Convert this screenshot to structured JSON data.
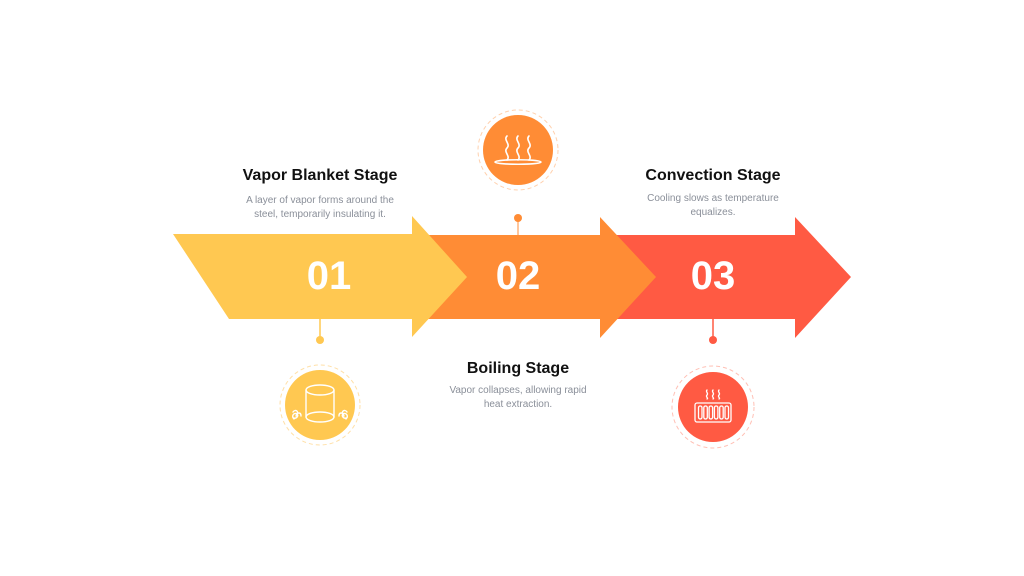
{
  "colors": {
    "stage1": "#FFC851",
    "stage2": "#FF8C35",
    "stage3": "#FF5A43",
    "title": "#111111",
    "description": "#8A8F99"
  },
  "stages": [
    {
      "number": "01",
      "title": "Vapor Blanket Stage",
      "description_lines": [
        "A layer of vapor forms around the",
        "steel, temporarily insulating it."
      ],
      "icon": "vapor-cylinder-icon"
    },
    {
      "number": "02",
      "title": "Boiling Stage",
      "description_lines": [
        "Vapor collapses, allowing rapid",
        "heat extraction."
      ],
      "icon": "steam-heat-icon"
    },
    {
      "number": "03",
      "title": "Convection Stage",
      "description_lines": [
        "Cooling slows as temperature",
        "equalizes."
      ],
      "icon": "radiator-heater-icon"
    }
  ]
}
